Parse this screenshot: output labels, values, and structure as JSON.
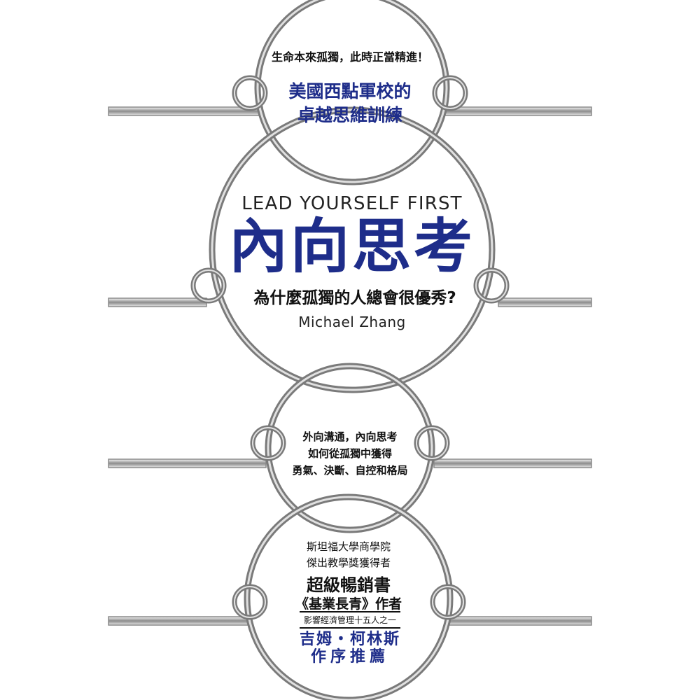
{
  "cover": {
    "tagline": "生命本來孤獨，此時正當精進！",
    "subtitle_lines": [
      "美國西點軍校的",
      "卓越思維訓練"
    ],
    "english_title": "LEAD YOURSELF FIRST",
    "main_title": "內向思考",
    "question": "為什麼孤獨的人總會很優秀?",
    "author": "Michael Zhang",
    "mid_lines": [
      "外向溝通，內向思考",
      "如何從孤獨中獲得",
      "勇氣、決斷、自控和格局"
    ],
    "endorse_lines": [
      "斯坦福大學商學院",
      "傑出教學獎獲得者"
    ],
    "bestseller": "超級暢銷書",
    "book_author": "《基業長青》作者",
    "influence": "影響經濟管理十五人之一",
    "jim": "吉姆・柯林斯",
    "preface": "作序推薦"
  },
  "colors": {
    "title_blue": "#1e2d8a",
    "ring_silver": "#9a9a9a"
  }
}
